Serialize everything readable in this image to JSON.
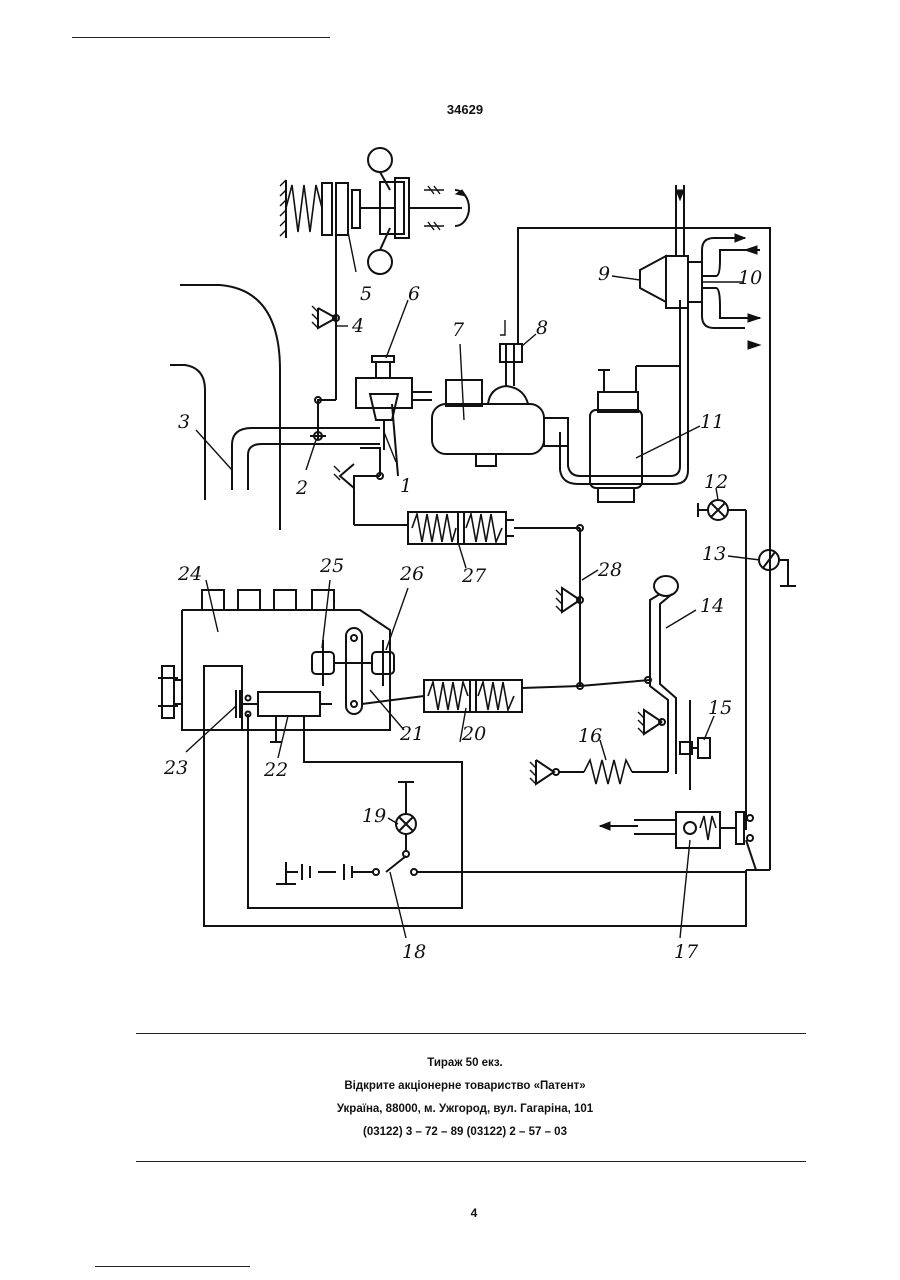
{
  "header": {
    "document_number": "34629"
  },
  "diagram": {
    "labels": [
      {
        "id": "1",
        "text": "1"
      },
      {
        "id": "2",
        "text": "2"
      },
      {
        "id": "3",
        "text": "3"
      },
      {
        "id": "4",
        "text": "4"
      },
      {
        "id": "5",
        "text": "5"
      },
      {
        "id": "6",
        "text": "6"
      },
      {
        "id": "7",
        "text": "7"
      },
      {
        "id": "8",
        "text": "8"
      },
      {
        "id": "9",
        "text": "9"
      },
      {
        "id": "10",
        "text": "10"
      },
      {
        "id": "11",
        "text": "11"
      },
      {
        "id": "12",
        "text": "12"
      },
      {
        "id": "13",
        "text": "13"
      },
      {
        "id": "14",
        "text": "14"
      },
      {
        "id": "15",
        "text": "15"
      },
      {
        "id": "16",
        "text": "16"
      },
      {
        "id": "17",
        "text": "17"
      },
      {
        "id": "18",
        "text": "18"
      },
      {
        "id": "19",
        "text": "19"
      },
      {
        "id": "20",
        "text": "20"
      },
      {
        "id": "21",
        "text": "21"
      },
      {
        "id": "22",
        "text": "22"
      },
      {
        "id": "23",
        "text": "23"
      },
      {
        "id": "24",
        "text": "24"
      },
      {
        "id": "25",
        "text": "25"
      },
      {
        "id": "26",
        "text": "26"
      },
      {
        "id": "27",
        "text": "27"
      },
      {
        "id": "28",
        "text": "28"
      }
    ]
  },
  "imprint": {
    "circulation": "Тираж 50 екз.",
    "publisher": "Відкрите акціонерне товариство «Патент»",
    "address": "Україна, 88000, м. Ужгород, вул. Гагаріна, 101",
    "phones": "(03122) 3 – 72 – 89   (03122) 2 – 57 – 03"
  },
  "footer": {
    "page_number": "4"
  }
}
